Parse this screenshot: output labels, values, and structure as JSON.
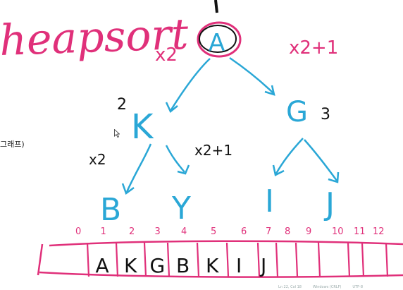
{
  "title_scribble": "heapsort",
  "side_label": "그래프)",
  "annotations": {
    "left_child_rule": "x2",
    "right_child_rule": "x2+1",
    "left_child_rule_lower": "x2",
    "right_child_rule_lower": "x2+1",
    "index_left_child": "2",
    "index_right_child": "3"
  },
  "tree": {
    "root": "A",
    "left": "K",
    "right": "G",
    "left_left": "B",
    "left_right": "Y",
    "right_left": "I",
    "right_right": "J"
  },
  "array": {
    "indices": [
      "0",
      "1",
      "2",
      "3",
      "4",
      "5",
      "6",
      "7",
      "8",
      "9",
      "10",
      "11",
      "12"
    ],
    "cells": [
      "",
      "A",
      "K",
      "G",
      "B",
      "K",
      "I",
      "J",
      "",
      "",
      "",
      "",
      ""
    ]
  },
  "status_bar": {
    "position": "Ln 22, Col 18",
    "encoding": "UTF-8",
    "eol": "Windows (CRLF)"
  },
  "colors": {
    "heading_ink": "#e0307a",
    "tree_ink": "#2aa7d6",
    "node_ink": "#111111",
    "array_ink": "#e0307a"
  }
}
